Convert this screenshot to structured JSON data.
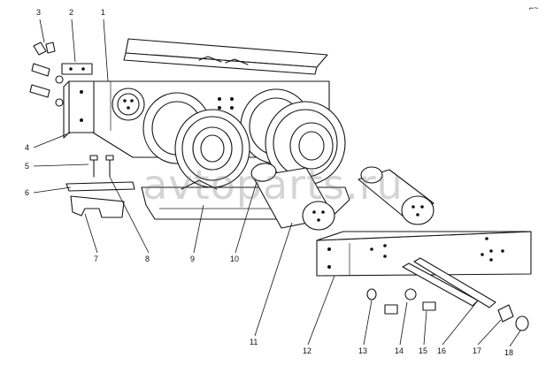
{
  "watermark": "avtoparts.ru",
  "corner_mark": "⌐~",
  "callouts": [
    "3",
    "2",
    "1",
    "4",
    "5",
    "6",
    "7",
    "8",
    "9",
    "10",
    "11",
    "12",
    "13",
    "14",
    "15",
    "16",
    "17",
    "18"
  ]
}
